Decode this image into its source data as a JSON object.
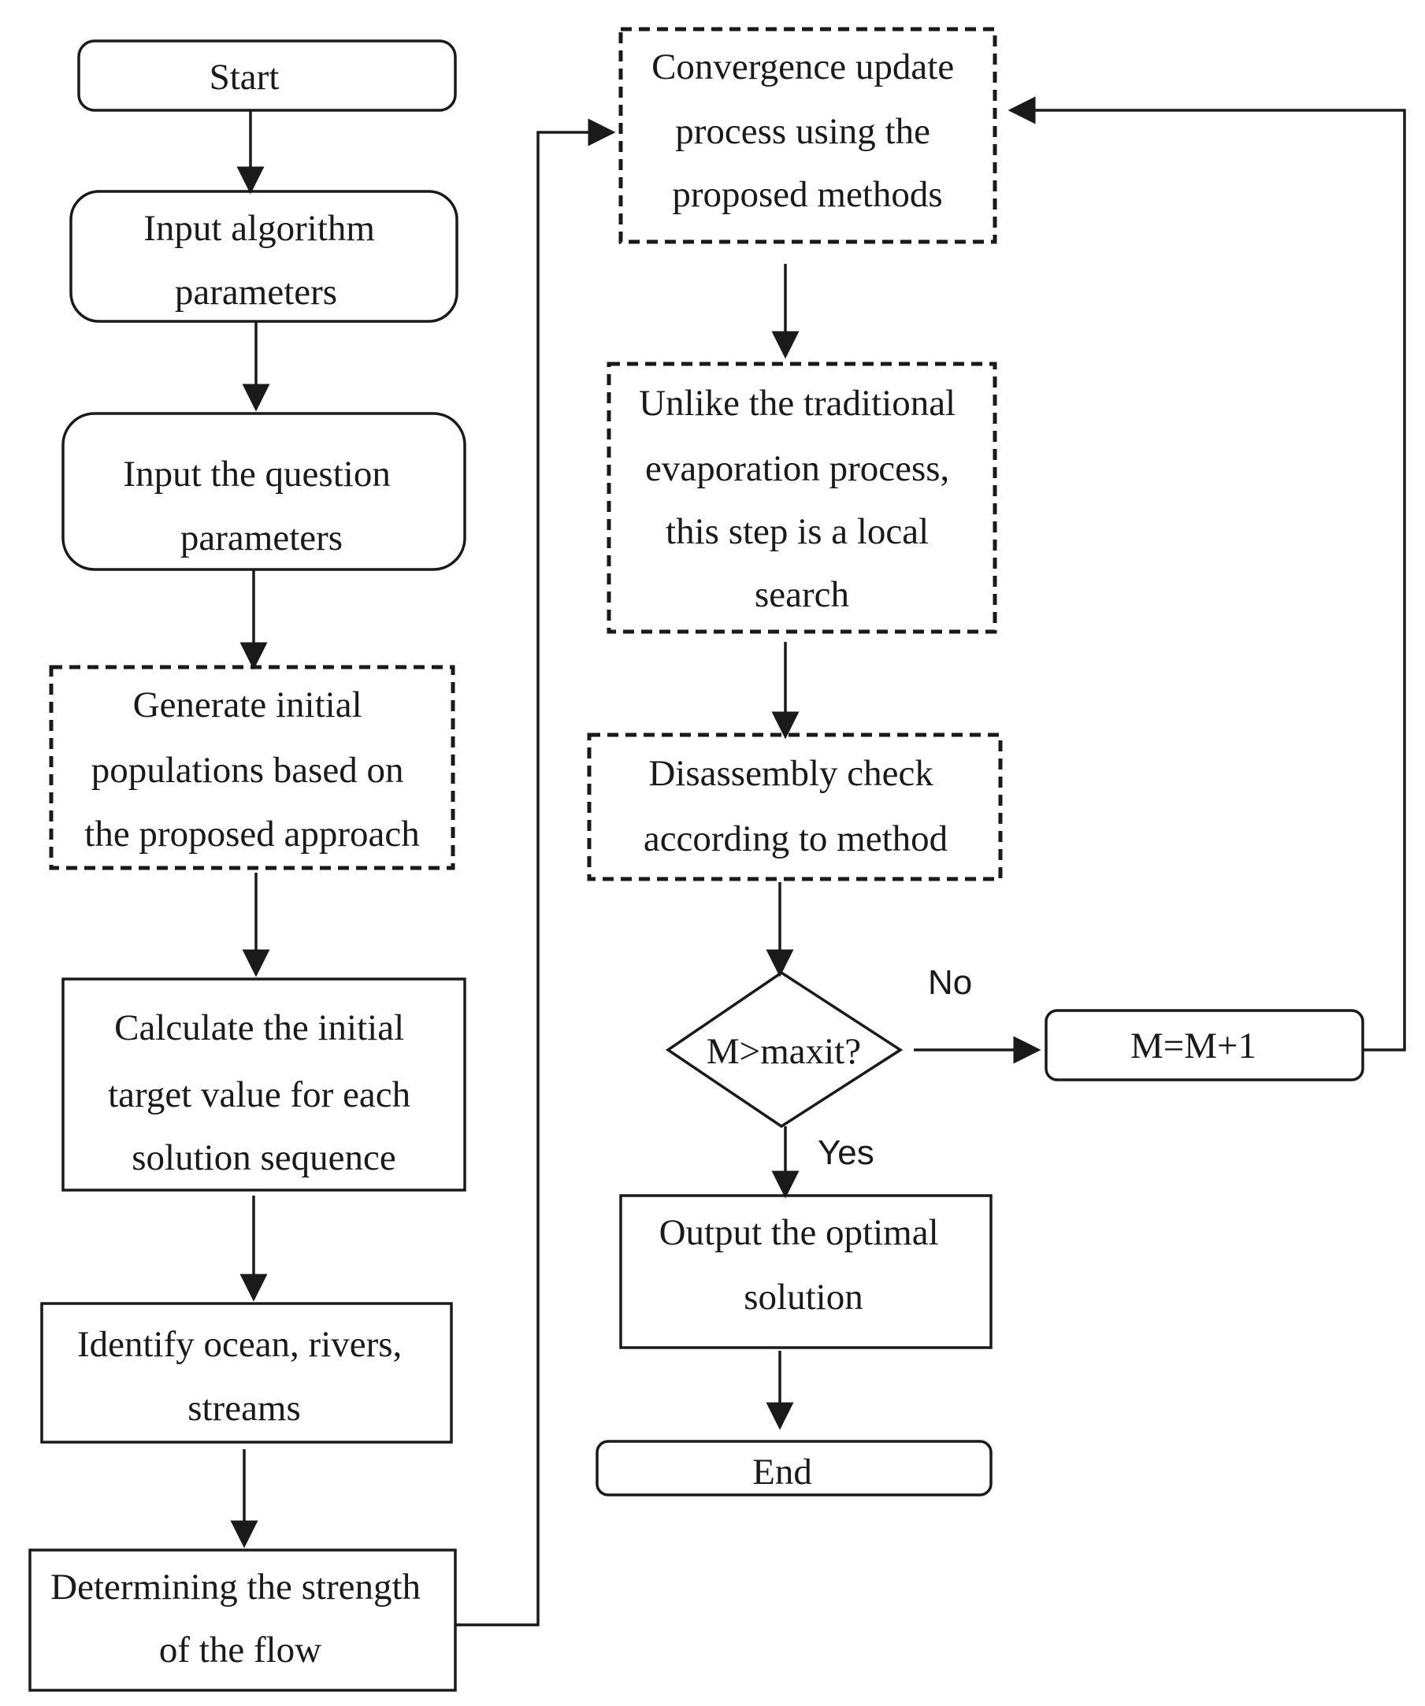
{
  "nodes": {
    "start": [
      "Start"
    ],
    "input_algorithm": [
      "Input algorithm",
      "parameters"
    ],
    "input_question": [
      "Input the question",
      "parameters"
    ],
    "generate_populations": [
      "Generate initial",
      "populations based on",
      "the proposed approach"
    ],
    "calculate_target": [
      "Calculate the initial",
      "target value for each",
      "solution sequence"
    ],
    "identify_ocean": [
      "Identify ocean, rivers,",
      "streams"
    ],
    "determine_strength": [
      "Determining the strength",
      "of the flow"
    ],
    "convergence_update": [
      "Convergence update",
      "process using the",
      "proposed methods"
    ],
    "local_search": [
      "Unlike the traditional",
      "evaporation process,",
      "this step is a local",
      "search"
    ],
    "disassembly_check": [
      "Disassembly check",
      "according to method"
    ],
    "decision": [
      "M>maxit?"
    ],
    "increment": [
      "M=M+1"
    ],
    "output_optimal": [
      "Output the optimal",
      "solution"
    ],
    "end": [
      "End"
    ]
  },
  "edge_labels": {
    "no": "No",
    "yes": "Yes"
  }
}
